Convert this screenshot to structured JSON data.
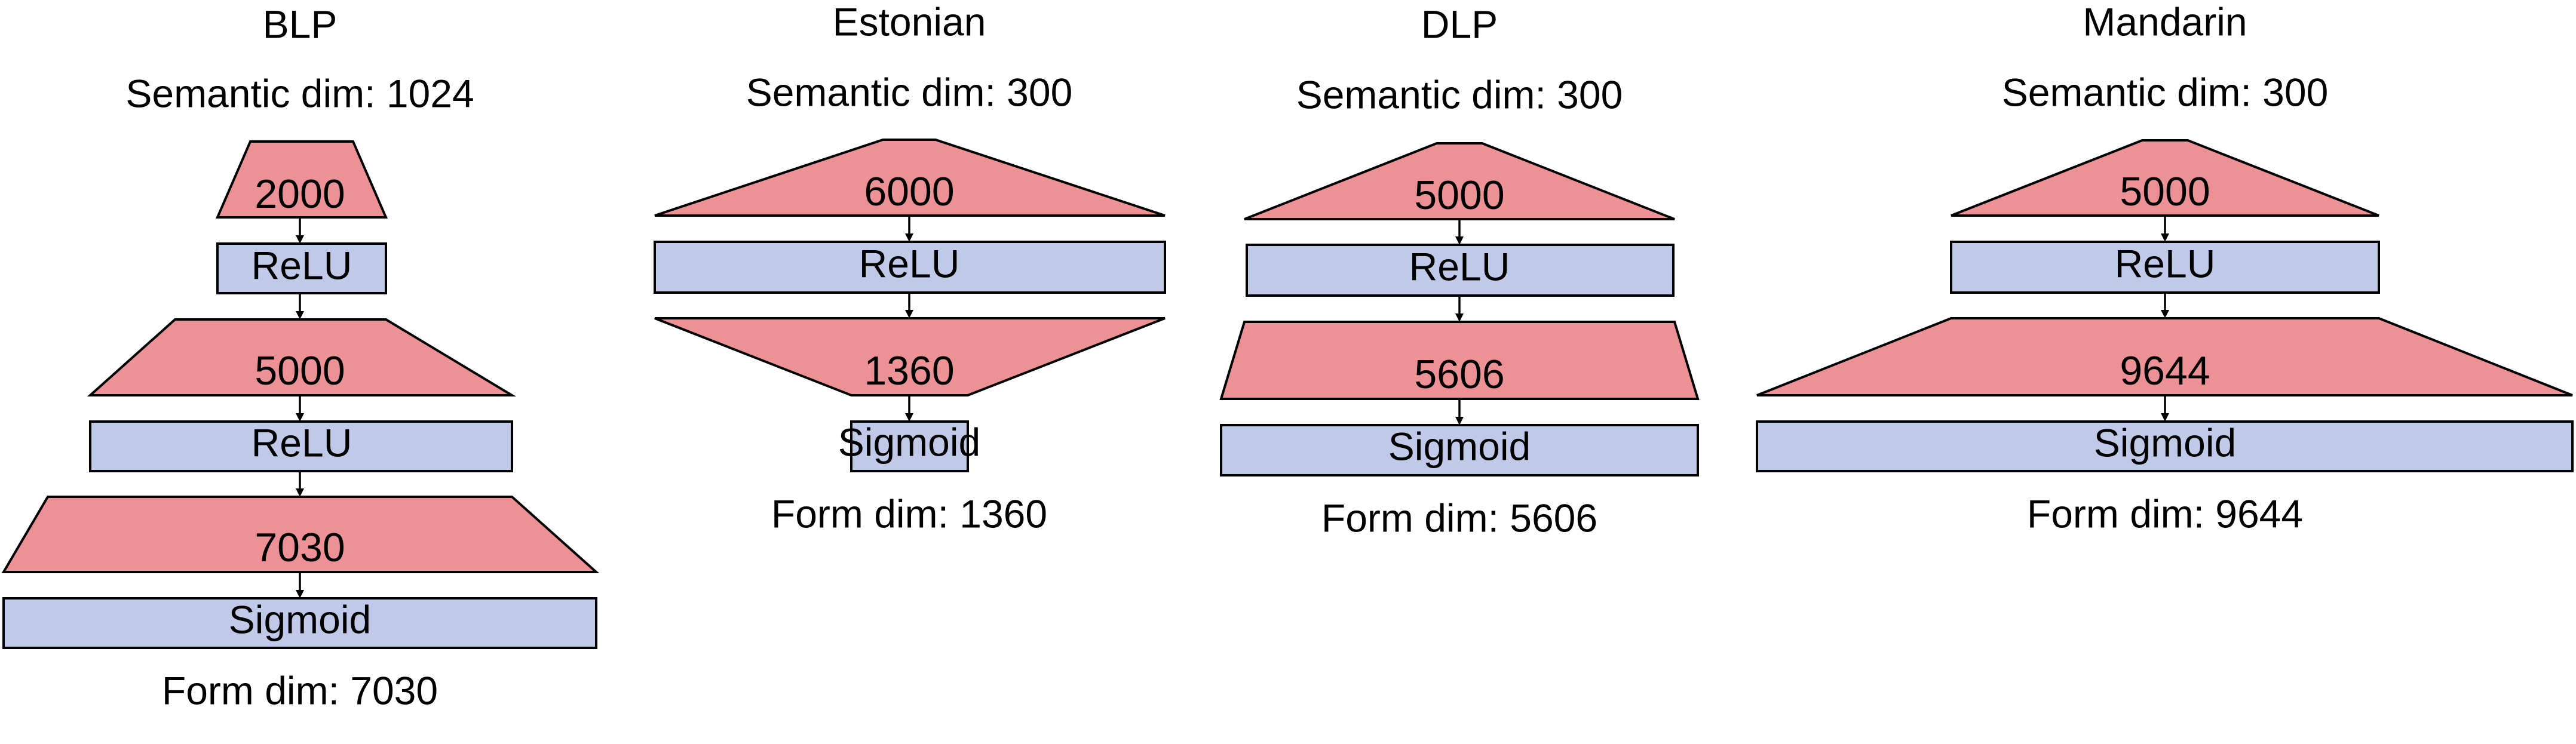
{
  "colors": {
    "dense_layer_fill": "#ec9196",
    "activation_fill": "#c0c9e8",
    "outline": "#000000"
  },
  "networks": [
    {
      "title": "BLP",
      "semantic_dim": "Semantic dim: 1024",
      "layers": [
        {
          "kind": "dense",
          "label": "2000"
        },
        {
          "kind": "activation",
          "label": "ReLU"
        },
        {
          "kind": "dense",
          "label": "5000"
        },
        {
          "kind": "activation",
          "label": "ReLU"
        },
        {
          "kind": "dense",
          "label": "7030"
        },
        {
          "kind": "activation",
          "label": "Sigmoid"
        }
      ],
      "form_dim": "Form dim: 7030"
    },
    {
      "title": "Estonian",
      "semantic_dim": "Semantic dim: 300",
      "layers": [
        {
          "kind": "dense",
          "label": "6000"
        },
        {
          "kind": "activation",
          "label": "ReLU"
        },
        {
          "kind": "dense",
          "label": "1360"
        },
        {
          "kind": "activation",
          "label": "Sigmoid"
        }
      ],
      "form_dim": "Form dim: 1360"
    },
    {
      "title": "DLP",
      "semantic_dim": "Semantic dim: 300",
      "layers": [
        {
          "kind": "dense",
          "label": "5000"
        },
        {
          "kind": "activation",
          "label": "ReLU"
        },
        {
          "kind": "dense",
          "label": "5606"
        },
        {
          "kind": "activation",
          "label": "Sigmoid"
        }
      ],
      "form_dim": "Form dim: 5606"
    },
    {
      "title": "Mandarin",
      "semantic_dim": "Semantic dim: 300",
      "layers": [
        {
          "kind": "dense",
          "label": "5000"
        },
        {
          "kind": "activation",
          "label": "ReLU"
        },
        {
          "kind": "dense",
          "label": "9644"
        },
        {
          "kind": "activation",
          "label": "Sigmoid"
        }
      ],
      "form_dim": "Form dim: 9644"
    }
  ]
}
